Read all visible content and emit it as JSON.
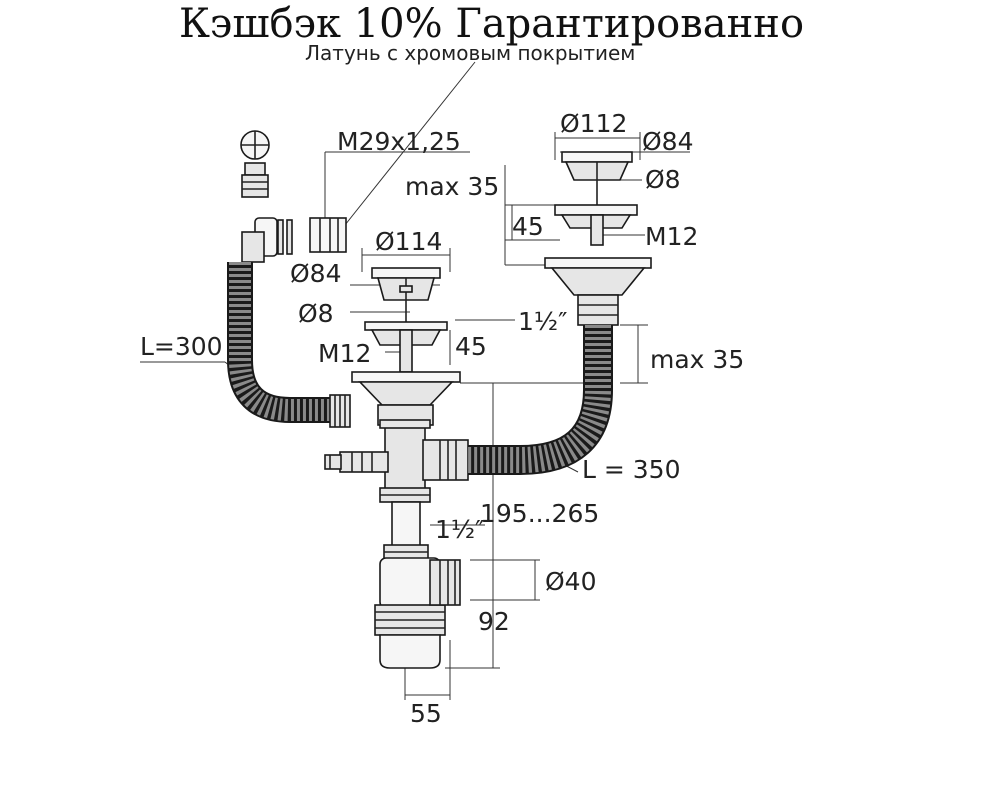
{
  "banner": {
    "text": "Кэшбэк 10% Гарантированно"
  },
  "labels": {
    "brass_note": "Латунь с хромовым покрытием",
    "thread": "M29x1,25",
    "right_outer_dia": "Ø112",
    "right_inner_dia": "Ø84",
    "right_rod_dia": "Ø8",
    "right_max": "max 35",
    "right_height": "45",
    "right_bolt": "M12",
    "left_outer_dia": "Ø114",
    "left_inner_dia": "Ø84",
    "left_rod_dia": "Ø8",
    "left_bolt": "M12",
    "left_height": "45",
    "thread_top": "1½″",
    "max_right": "max 35",
    "hose_left": "L=300",
    "hose_right": "L = 350",
    "height_range": "195...265",
    "thread_bottom": "1½″",
    "outlet_dia": "Ø40",
    "trap_height": "92",
    "trap_width": "55"
  },
  "colors": {
    "line": "#222222",
    "part_fill": "#e6e6e6",
    "hose_fill": "#8a8a8a"
  }
}
